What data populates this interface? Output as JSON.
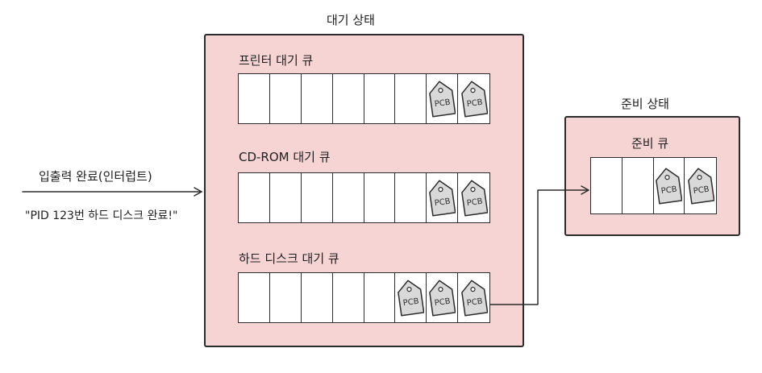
{
  "waiting_state": {
    "title": "대기 상태",
    "queues": [
      {
        "label": "프린터 대기 큐",
        "slots": [
          false,
          false,
          false,
          false,
          false,
          false,
          true,
          true
        ]
      },
      {
        "label": "CD-ROM 대기 큐",
        "slots": [
          false,
          false,
          false,
          false,
          false,
          false,
          true,
          true
        ]
      },
      {
        "label": "하드 디스크 대기 큐",
        "slots": [
          false,
          false,
          false,
          false,
          false,
          true,
          true,
          true
        ]
      }
    ]
  },
  "ready_state": {
    "title": "준비 상태",
    "queue_label": "준비 큐",
    "slots": [
      false,
      false,
      true,
      true
    ]
  },
  "interrupt": {
    "label": "입출력 완료(인터럽트)",
    "message": "\"PID 123번 하드 디스크 완료!\""
  },
  "pcb_label": "PCB",
  "colors": {
    "box_fill": "#f6d4d4",
    "stroke": "#2b2b2b"
  }
}
